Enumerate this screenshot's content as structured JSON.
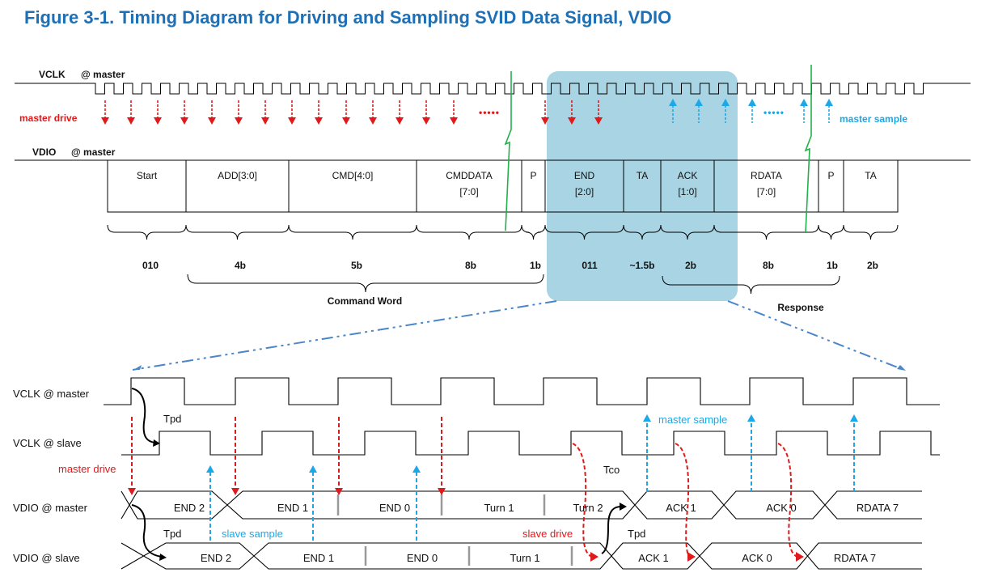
{
  "title": "Figure 3-1. Timing Diagram for Driving and Sampling SVID Data Signal, VDIO",
  "colors": {
    "title": "#1f6fb5",
    "drive": "#e0191b",
    "sample": "#1ba8e8",
    "highlight": "#9ecfe0",
    "zoom_line": "#4a86c8",
    "marker": "#22b04b"
  },
  "top": {
    "vclk_label": "VCLK",
    "vclk_at": "@ master",
    "master_drive": "master drive",
    "drive_dots": "•••••",
    "sample_dots": "•••••",
    "master_sample": "master   sample",
    "vdio_label": "VDIO",
    "vdio_at": "@ master",
    "fields": [
      {
        "l1": "Start",
        "l2": ""
      },
      {
        "l1": "ADD[3:0]",
        "l2": ""
      },
      {
        "l1": "CMD[4:0]",
        "l2": ""
      },
      {
        "l1": "CMDDATA",
        "l2": "[7:0]"
      },
      {
        "l1": "P",
        "l2": ""
      },
      {
        "l1": "END",
        "l2": "[2:0]"
      },
      {
        "l1": "TA",
        "l2": ""
      },
      {
        "l1": "ACK",
        "l2": "[1:0]"
      },
      {
        "l1": "RDATA",
        "l2": "[7:0]"
      },
      {
        "l1": "P",
        "l2": ""
      },
      {
        "l1": "TA",
        "l2": ""
      }
    ],
    "bit_counts": [
      "010",
      "4b",
      "5b",
      "8b",
      "1b",
      "011",
      "~1.5b",
      "2b",
      "8b",
      "1b",
      "2b"
    ],
    "command_word": "Command Word",
    "response": "Response"
  },
  "bottom": {
    "signals": [
      "VCLK @ master",
      "VCLK @ slave",
      "VDIO @ master",
      "VDIO @ slave"
    ],
    "tpd1": "Tpd",
    "tpd2": "Tpd",
    "tpd3": "Tpd",
    "tco": "Tco",
    "master_drive": "master drive",
    "slave_sample": "slave sample",
    "master_sample": "master sample",
    "slave_drive": "slave drive",
    "master_cells": [
      "END 2",
      "END 1",
      "END 0",
      "Turn 1",
      "Turn 2",
      "ACK 1",
      "ACK 0",
      "RDATA  7"
    ],
    "slave_cells": [
      "END 2",
      "END 1",
      "END 0",
      "Turn 1",
      "ACK 1",
      "ACK 0",
      "RDATA 7"
    ]
  }
}
